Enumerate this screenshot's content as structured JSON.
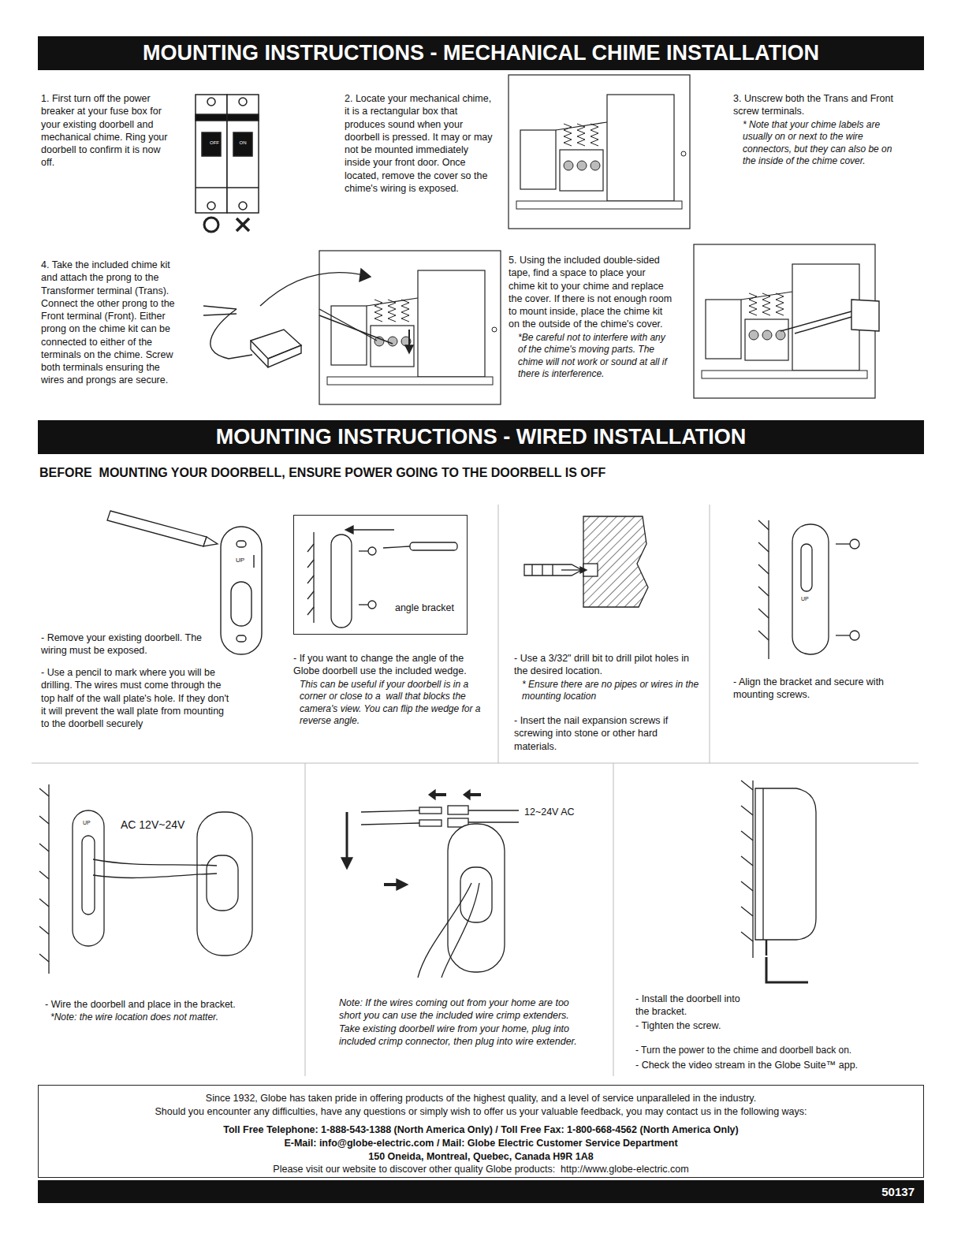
{
  "diagram": {
    "nodes": [
      {
        "text": [
          "MOUNTING INSTRUCTIONS - MECHANICAL CHIME INSTALLATION"
        ]
      },
      {
        "text": [
          "MOUNTING INSTRUCTIONS - WIRED INSTALLATION"
        ]
      },
      {
        "text": [
          "angle bracket"
        ]
      },
      {
        "text": [
          "Since 1932, Globe has taken pride in offering products of the highest quality, and a level of service unparalleled in the industry.",
          "Should you encounter any difficulties, have any questions or simply wish to offer us your valuable feedback, you may contact us in the following ways:",
          "Toll Free Telephone: 1-888-543-1388 (North America Only) / Toll Free Fax: 1-800-668-4562 (North America Only)",
          "E-Mail: info@globe-electric.com / Mail: Globe Electric Customer Service Department",
          "150 Oneida, Montreal, Quebec, Canada H9R 1A8",
          "Please visit our website to discover other quality Globe products:  http://www.globe-electric.com"
        ]
      },
      {
        "text": [
          "50137"
        ]
      }
    ],
    "labels": [
      "1. First turn off the power breaker at your fuse box for your existing doorbell and mechanical chime. Ring your doorbell to confirm it is now off.",
      "OFF",
      "ON",
      "2. Locate your mechanical chime, it is a rectangular box that produces sound when your doorbell is pressed. It may or may not be mounted immediately inside your front door. Once located, remove the cover so the chime's wiring is exposed.",
      "3. Unscrew both the Trans and Front screw terminals.",
      "* Note that your chime labels are usually on or next to the wire connectors, but they can also be on the inside of the chime cover.",
      "4. Take the included chime kit and attach the prong to the Transformer terminal (Trans). Connect the other prong to the Front terminal (Front). Either prong on the chime kit can be connected to either of the terminals on the chime. Screw both terminals ensuring the wires and prongs are secure.",
      "5. Using the included double-sided tape, find a space to place your chime kit to your chime and replace the cover. If there is not enough room to mount inside, place the chime kit on the outside of the chime's cover.",
      "*Be careful not to interfere with any of the chime's moving parts. The chime will not work or sound at all if there is interference.",
      "BEFORE  MOUNTING YOUR DOORBELL, ENSURE POWER GOING TO THE DOORBELL IS OFF",
      "UP",
      "- Remove your existing doorbell. The wiring must be exposed.",
      "- Use a pencil to mark where you will be drilling. The wires must come through the top half of the wall plate's hole. If they don't it will prevent the wall plate from mounting to the doorbell securely",
      "- If you want to change the angle of the Globe doorbell use the included wedge.",
      "This can be useful if your doorbell is in a corner or close to a  wall that blocks the camera's view. You can flip the wedge for a reverse angle.",
      "- Use a 3/32\" drill bit to drill pilot holes in the desired location.",
      "* Ensure there are no pipes or wires in the mounting location",
      "- Insert the nail expansion screws if screwing into stone or other hard materials.",
      "UP",
      "- Align the bracket and secure with mounting screws.",
      "AC 12V~24V",
      "UP",
      "- Wire the doorbell and place in the bracket.",
      "*Note: the wire location does not matter.",
      "12~24V AC",
      "Note: If the wires coming out from your home are too short you can use the included wire crimp extenders. Take existing doorbell wire from your home, plug into included crimp connector, then plug into wire extender.",
      "- Install the doorbell into the bracket.",
      "- Tighten the screw.",
      "- Turn the power to the chime and doorbell back on.",
      "- Check the video stream in the Globe Suite™ app."
    ]
  }
}
